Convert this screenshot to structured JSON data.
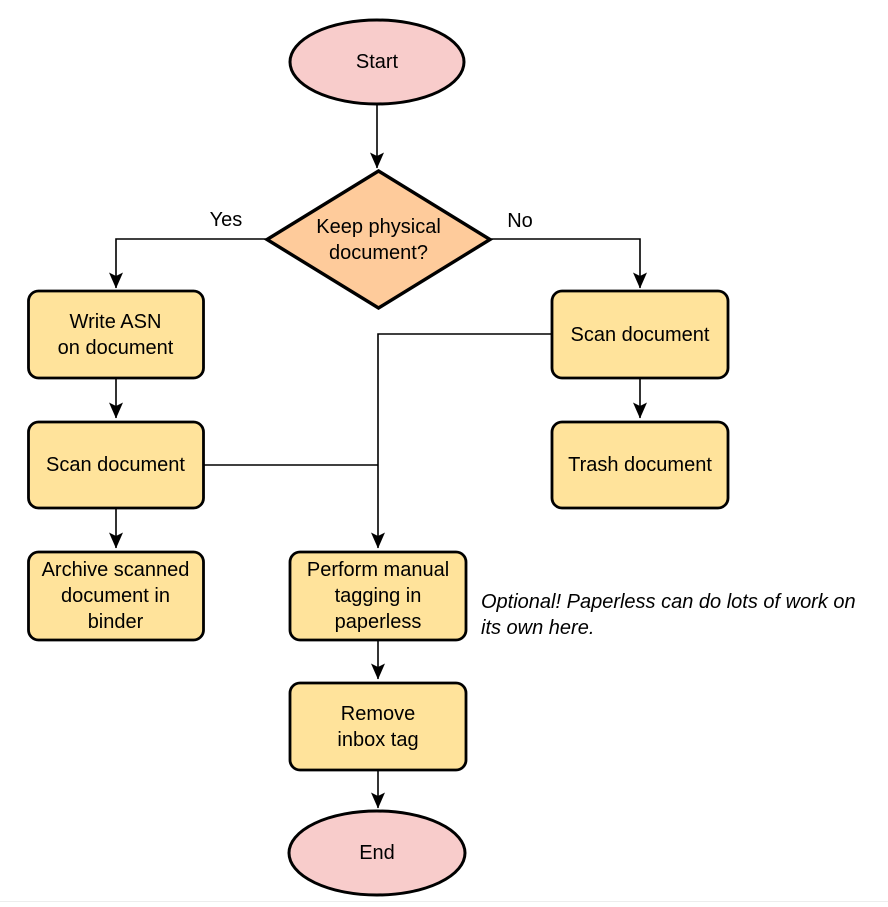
{
  "diagram": {
    "nodes": {
      "start": {
        "label": "Start"
      },
      "decision": {
        "label": "Keep physical\ndocument?"
      },
      "write_asn": {
        "label": "Write ASN\non document"
      },
      "scan_left": {
        "label": "Scan document"
      },
      "archive": {
        "label": "Archive scanned\ndocument in\nbinder"
      },
      "scan_right": {
        "label": "Scan document"
      },
      "trash": {
        "label": "Trash document"
      },
      "tagging": {
        "label": "Perform manual\ntagging in\npaperless"
      },
      "remove_inbox": {
        "label": "Remove\ninbox tag"
      },
      "end": {
        "label": "End"
      }
    },
    "edge_labels": {
      "yes": "Yes",
      "no": "No"
    },
    "note": "Optional! Paperless can do lots of work on\nits own here.",
    "colors": {
      "terminal_fill": "#F8CCCB",
      "decision_fill": "#FECB9B",
      "process_fill": "#FFE39B",
      "stroke": "#000000"
    }
  }
}
